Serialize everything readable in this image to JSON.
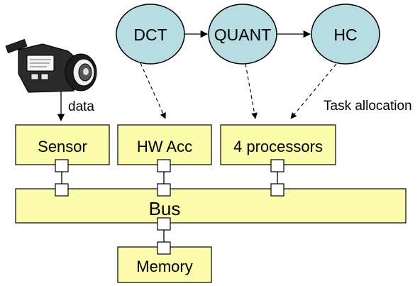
{
  "tasks": {
    "dct": "DCT",
    "quant": "QUANT",
    "hc": "HC"
  },
  "edge_labels": {
    "data": "data",
    "task_allocation": "Task allocation"
  },
  "components": {
    "sensor": "Sensor",
    "hw_acc": "HW Acc",
    "processors": "4 processors",
    "bus": "Bus",
    "memory": "Memory"
  },
  "icons": {
    "camera": "video-camera-icon"
  },
  "colors": {
    "task_fill": "#b7dde3",
    "block_fill": "#fdfcad",
    "port_fill": "#ffffff",
    "stroke": "#000000"
  }
}
